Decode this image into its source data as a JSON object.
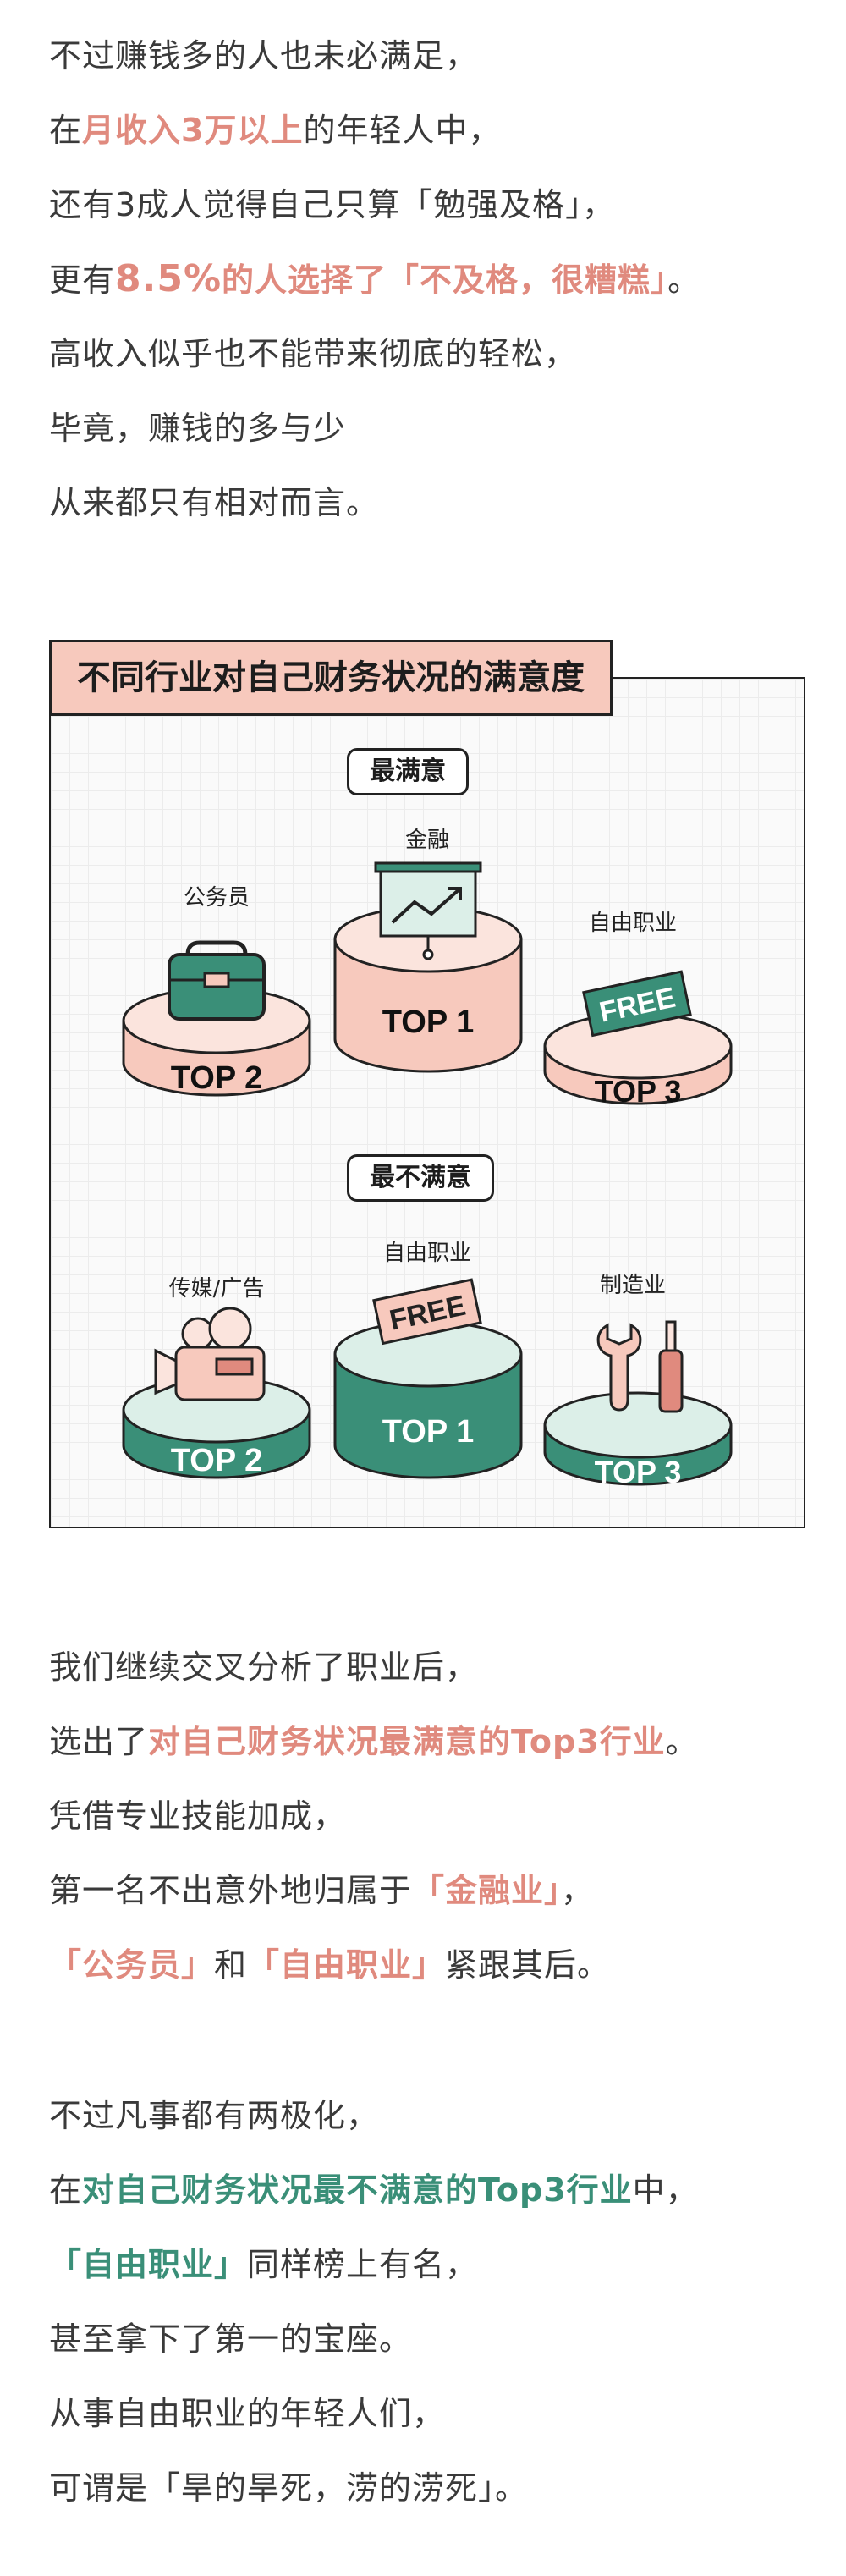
{
  "intro": {
    "l1": "不过赚钱多的人也未必满足，",
    "l2_pre": "在",
    "l2_hl": "月收入3万以上",
    "l2_post": "的年轻人中，",
    "l3": "还有3成人觉得自己只算「勉强及格」，",
    "l4_pre": "更有",
    "l4_hl_num": "8.5%",
    "l4_hl": "的人选择了「不及格，很糟糕」",
    "l4_post": "。",
    "l5": "高收入似乎也不能带来彻底的轻松，",
    "l6": "毕竟，赚钱的多与少",
    "l7": "从来都只有相对而言。"
  },
  "infographic": {
    "title": "不同行业对自己财务状况的满意度",
    "most_satisfied": {
      "label": "最满意",
      "items": [
        {
          "rank": "TOP 1",
          "industry": "金融",
          "icon": "presentation-chart-icon"
        },
        {
          "rank": "TOP 2",
          "industry": "公务员",
          "icon": "briefcase-icon"
        },
        {
          "rank": "TOP 3",
          "industry": "自由职业",
          "icon": "free-tag-icon",
          "tag": "FREE"
        }
      ]
    },
    "least_satisfied": {
      "label": "最不满意",
      "items": [
        {
          "rank": "TOP 1",
          "industry": "自由职业",
          "icon": "free-tag-icon",
          "tag": "FREE"
        },
        {
          "rank": "TOP 2",
          "industry": "传媒/广告",
          "icon": "video-camera-icon"
        },
        {
          "rank": "TOP 3",
          "industry": "制造业",
          "icon": "wrench-screwdriver-icon"
        }
      ]
    }
  },
  "analysis": {
    "l1": "我们继续交叉分析了职业后，",
    "l2_pre": "选出了",
    "l2_hl": "对自己财务状况最满意的Top3行业",
    "l2_post": "。",
    "l3": "凭借专业技能加成，",
    "l4_pre": "第一名不出意外地归属于",
    "l4_hl": "「金融业」",
    "l4_post": "，",
    "l5_hl1": "「公务员」",
    "l5_mid": "和",
    "l5_hl2": "「自由职业」",
    "l5_post": "紧跟其后。"
  },
  "polar": {
    "l1": "不过凡事都有两极化，",
    "l2_pre": "在",
    "l2_hl": "对自己财务状况最不满意的Top3行业",
    "l2_post": "中，",
    "l3_hl": "「自由职业」",
    "l3_post": "同样榜上有名，",
    "l4": "甚至拿下了第一的宝座。",
    "l5": "从事自由职业的年轻人们，",
    "l6": "可谓是「旱的旱死，涝的涝死」。"
  },
  "colors": {
    "accent_red": "#e08a7e",
    "accent_green": "#3a8f78",
    "pink_fill": "#f7c9bd",
    "pink_light": "#fbe4dd",
    "green_light": "#dcefe8",
    "outline": "#222222"
  }
}
